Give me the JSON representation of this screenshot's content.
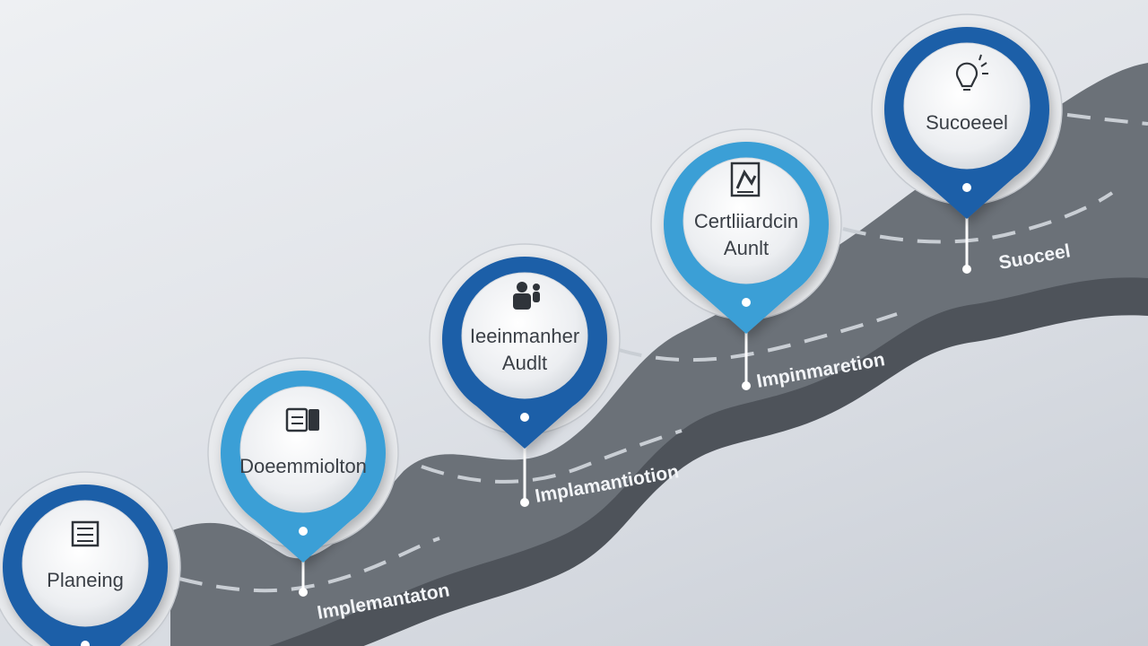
{
  "colors": {
    "road_top": "#6b7178",
    "road_side": "#4e535a",
    "dash": "#c9ced4",
    "pin_dark": "#1d5fa8",
    "pin_light": "#3a9fd6",
    "disc_face": "#f3f4f6",
    "label_text": "#3a3f46"
  },
  "milestones": [
    {
      "name": "milestone-planning",
      "lines": [
        "Planeing"
      ],
      "icon": "document-list-icon",
      "ring": "pin_dark"
    },
    {
      "name": "milestone-documentation",
      "lines": [
        "Doeemmiolton"
      ],
      "icon": "binder-icon",
      "ring": "pin_light"
    },
    {
      "name": "milestone-internal-audit",
      "lines": [
        "Ieeinmanher",
        "Audlt"
      ],
      "icon": "people-icon",
      "ring": "pin_dark"
    },
    {
      "name": "milestone-certification-audit",
      "lines": [
        "Certliiardcin",
        "Aunlt"
      ],
      "icon": "certificate-icon",
      "ring": "pin_light"
    },
    {
      "name": "milestone-success",
      "lines": [
        "Sucoeeel"
      ],
      "icon": "lightbulb-icon",
      "ring": "pin_dark"
    }
  ],
  "road_labels": [
    {
      "name": "road-label-1",
      "text": "Implemantaton"
    },
    {
      "name": "road-label-2",
      "text": "Implamantiotion"
    },
    {
      "name": "road-label-3",
      "text": "Impinmaretion"
    },
    {
      "name": "road-label-4",
      "text": "Suoceel"
    }
  ]
}
